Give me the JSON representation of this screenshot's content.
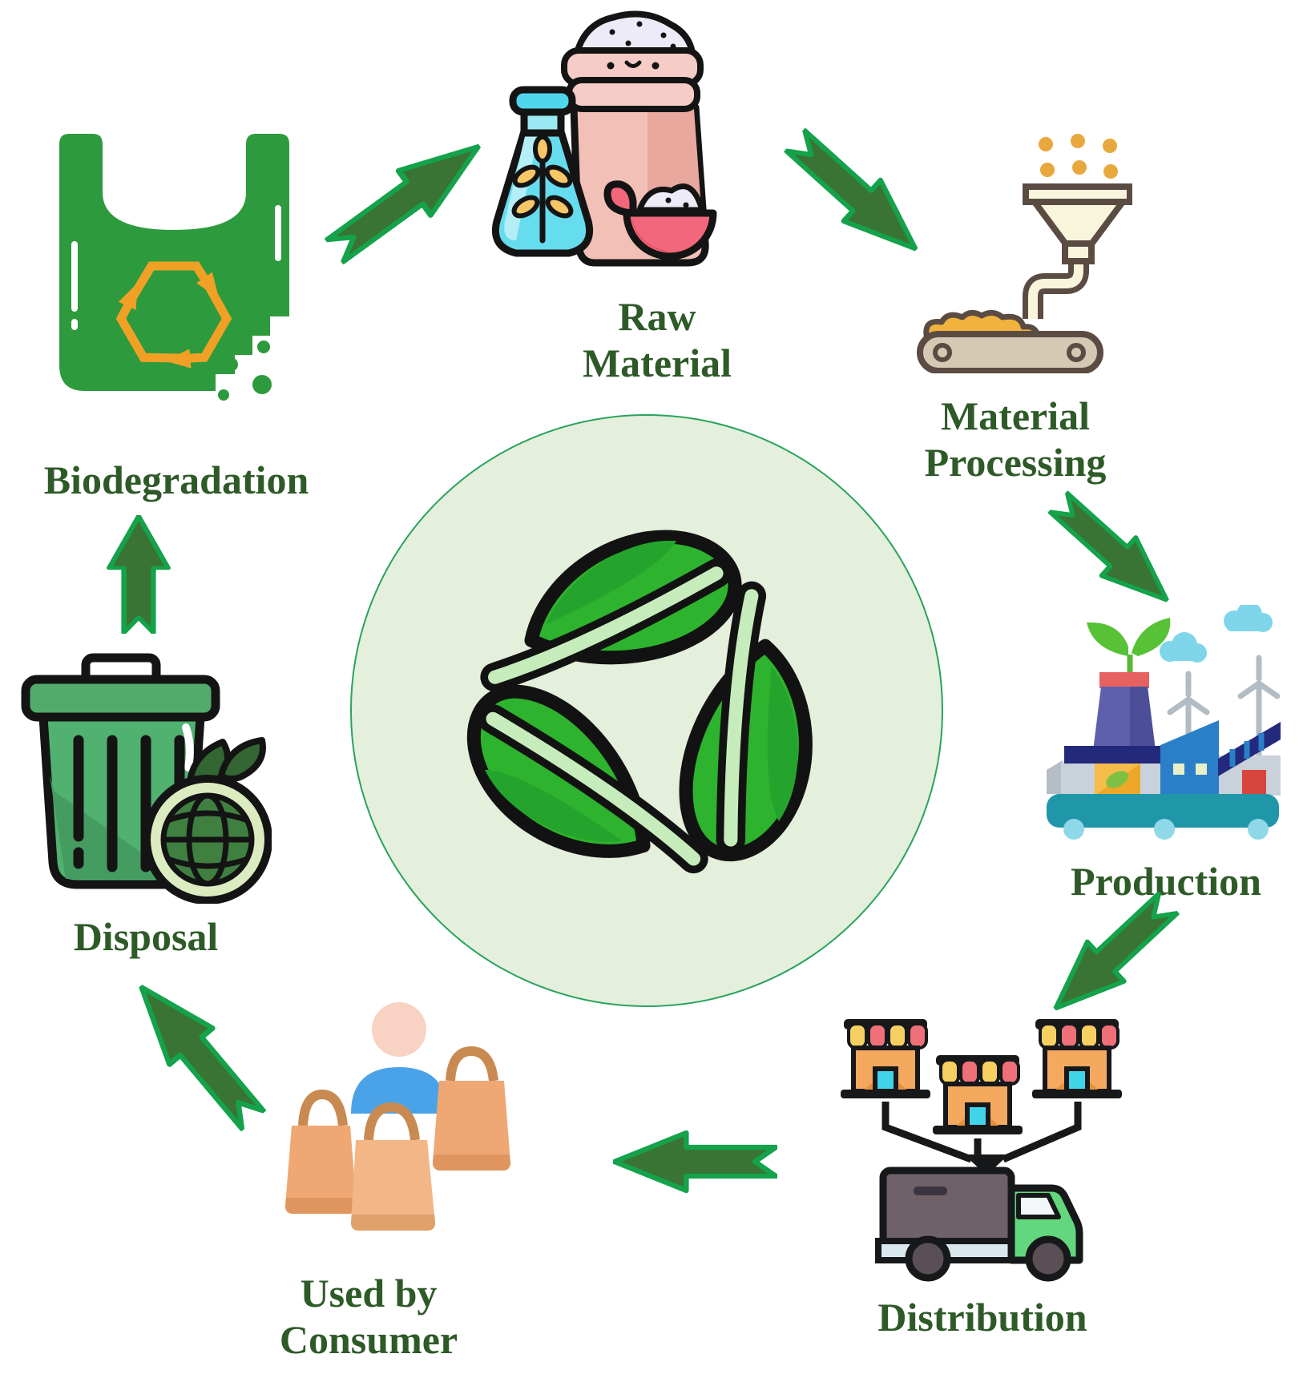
{
  "center": {
    "icon": "three-leaves-recycle-icon",
    "circle_fill": "#e4efdc",
    "circle_border": "#29a35c",
    "leaf_green": "#2db32d",
    "leaf_shade": "#24a42c",
    "stem_green": "#c7ecbc"
  },
  "stages": [
    {
      "id": "raw-material",
      "label": "Raw\nMaterial",
      "icon": "flask-sack-scoop-icon"
    },
    {
      "id": "material-processing",
      "label": "Material\nProcessing",
      "icon": "funnel-conveyor-icon"
    },
    {
      "id": "production",
      "label": "Production",
      "icon": "eco-factory-icon"
    },
    {
      "id": "distribution",
      "label": "Distribution",
      "icon": "stores-delivery-truck-icon"
    },
    {
      "id": "used-by-consumer",
      "label": "Used by\nConsumer",
      "icon": "person-shopping-bags-icon"
    },
    {
      "id": "disposal",
      "label": "Disposal",
      "icon": "trash-can-globe-icon"
    },
    {
      "id": "biodegradation",
      "label": "Biodegradation",
      "icon": "degrading-bag-recycle-icon"
    }
  ],
  "flow": [
    {
      "from": "biodegradation",
      "to": "raw-material"
    },
    {
      "from": "raw-material",
      "to": "material-processing"
    },
    {
      "from": "material-processing",
      "to": "production"
    },
    {
      "from": "production",
      "to": "distribution"
    },
    {
      "from": "distribution",
      "to": "used-by-consumer"
    },
    {
      "from": "used-by-consumer",
      "to": "disposal"
    },
    {
      "from": "disposal",
      "to": "biodegradation"
    }
  ],
  "colors": {
    "label_text": "#2e5a28",
    "arrow_fill": "#3a7434",
    "arrow_outline": "#14a24b",
    "bag_green": "#2d9a3d",
    "recycle_orange": "#f0a125",
    "trash_green": "#50b170",
    "store_orange": "#f5a95f",
    "truck_cab_green": "#62d77e",
    "factory_base_teal": "#2097a8"
  }
}
